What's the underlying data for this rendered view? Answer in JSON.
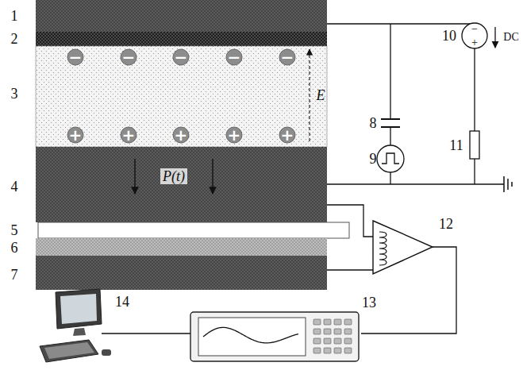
{
  "diagram": {
    "labels": [
      "1",
      "2",
      "−",
      "−",
      "−",
      "−",
      "−",
      "3",
      "E",
      "+",
      "+",
      "+",
      "+",
      "+",
      "4",
      "P(t)",
      "5",
      "6",
      "7",
      "8",
      "10",
      "−",
      "+",
      "DC",
      "9",
      "11",
      "12",
      "13",
      "14"
    ]
  }
}
